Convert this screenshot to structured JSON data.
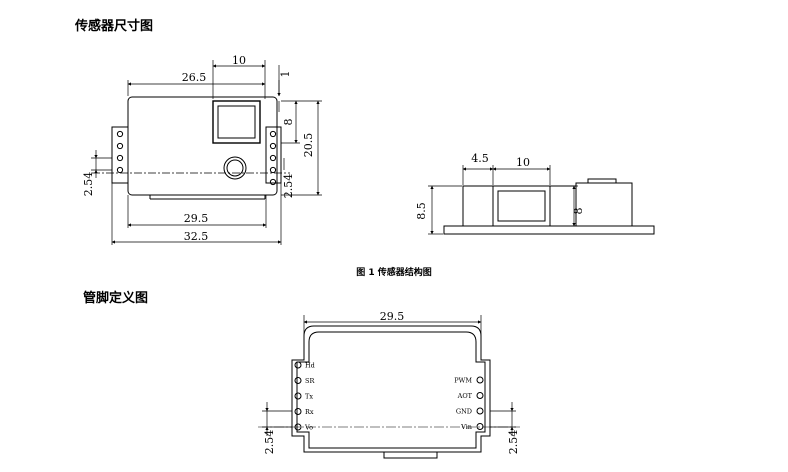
{
  "section1_title": "传感器尺寸图",
  "section2_title": "管脚定义图",
  "figure_caption": "图 1  传感器结构图",
  "front_view": {
    "dim_top_width": "10",
    "dim_window_offset": "26.5",
    "dim_top_gap": "1",
    "dim_window_height": "8",
    "dim_body_height": "20.5",
    "dim_pin_pitch_left": "2.54",
    "dim_pin_pitch_right": "2.54",
    "dim_body_width": "29.5",
    "dim_total_width": "32.5"
  },
  "side_view": {
    "dim_offset": "4.5",
    "dim_window_width": "10",
    "dim_total_height": "8.5",
    "dim_window_height": "8"
  },
  "pin_view": {
    "dim_width": "29.5",
    "left_pins": [
      "Hd",
      "SR",
      "Tx",
      "Rx",
      "Vo"
    ],
    "right_pins": [
      "PWM",
      "AOT",
      "GND",
      "Vin"
    ],
    "dim_pitch_left": "2.54",
    "dim_pitch_right": "2.54"
  }
}
